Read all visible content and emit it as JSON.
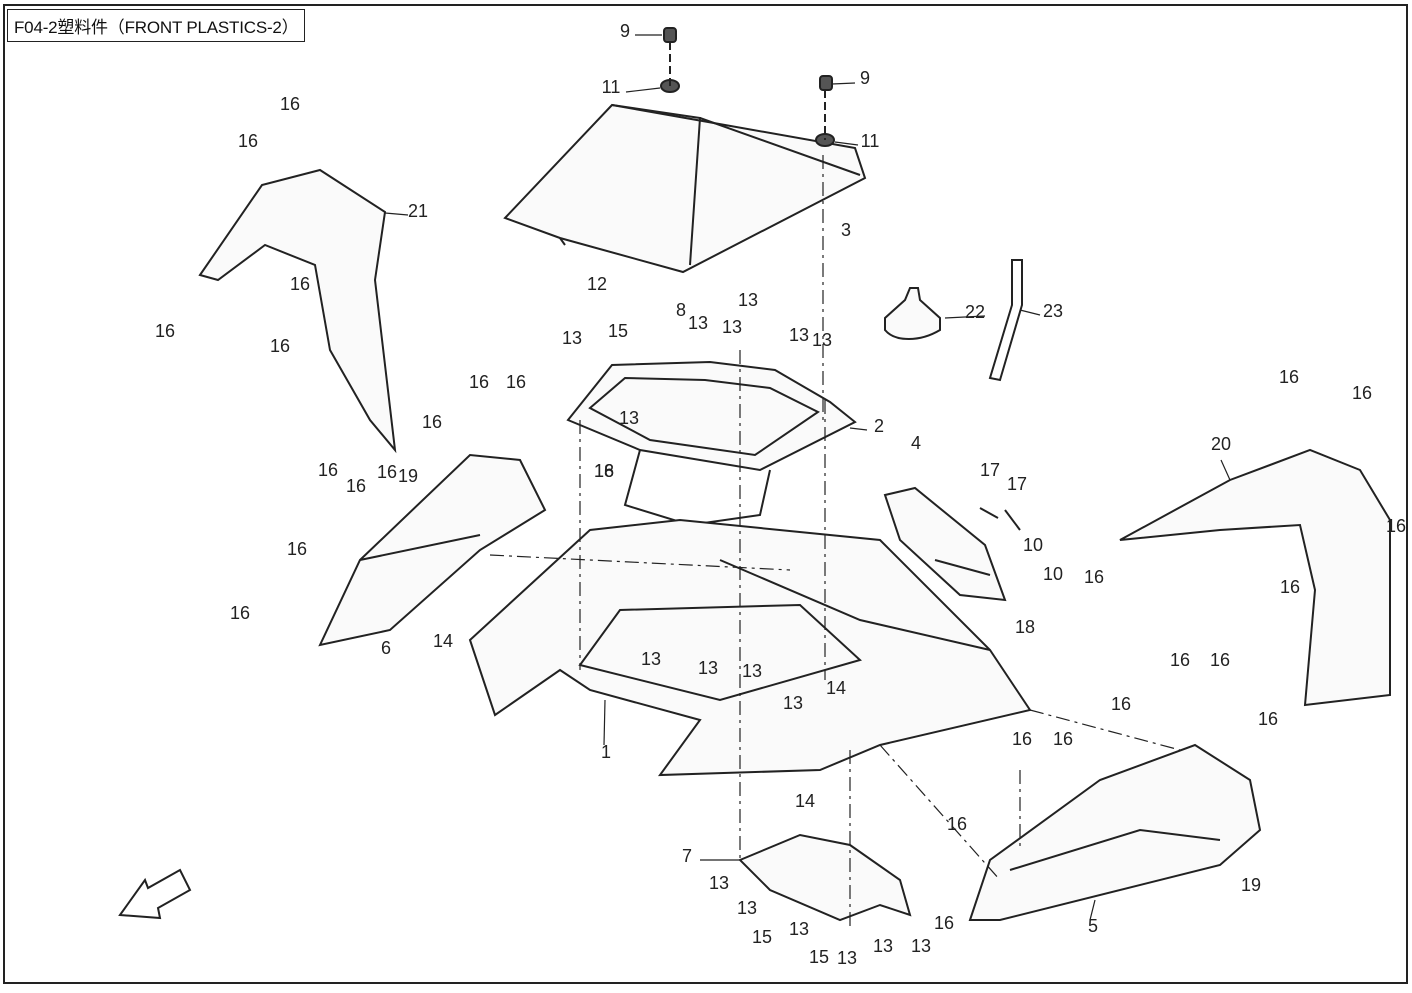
{
  "title": "F04-2塑料件（FRONT PLASTICS-2）",
  "labels": [
    {
      "text": "9"
    },
    {
      "text": "11"
    },
    {
      "text": "9"
    },
    {
      "text": "11"
    },
    {
      "text": "3"
    },
    {
      "text": "16"
    },
    {
      "text": "16"
    },
    {
      "text": "21"
    },
    {
      "text": "16"
    },
    {
      "text": "16"
    },
    {
      "text": "16"
    },
    {
      "text": "16"
    },
    {
      "text": "12"
    },
    {
      "text": "8"
    },
    {
      "text": "15"
    },
    {
      "text": "13"
    },
    {
      "text": "13"
    },
    {
      "text": "13"
    },
    {
      "text": "13"
    },
    {
      "text": "13"
    },
    {
      "text": "13"
    },
    {
      "text": "2"
    },
    {
      "text": "22"
    },
    {
      "text": "23"
    },
    {
      "text": "13"
    },
    {
      "text": "16"
    },
    {
      "text": "16"
    },
    {
      "text": "16"
    },
    {
      "text": "16"
    },
    {
      "text": "16"
    },
    {
      "text": "19"
    },
    {
      "text": "16"
    },
    {
      "text": "16"
    },
    {
      "text": "16"
    },
    {
      "text": "18"
    },
    {
      "text": "6"
    },
    {
      "text": "14"
    },
    {
      "text": "4"
    },
    {
      "text": "17"
    },
    {
      "text": "17"
    },
    {
      "text": "10"
    },
    {
      "text": "10"
    },
    {
      "text": "16"
    },
    {
      "text": "16"
    },
    {
      "text": "20"
    },
    {
      "text": "16"
    },
    {
      "text": "16"
    },
    {
      "text": "16"
    },
    {
      "text": "13"
    },
    {
      "text": "13"
    },
    {
      "text": "13"
    },
    {
      "text": "13"
    },
    {
      "text": "14"
    },
    {
      "text": "18"
    },
    {
      "text": "1"
    },
    {
      "text": "16"
    },
    {
      "text": "16"
    },
    {
      "text": "16"
    },
    {
      "text": "16"
    },
    {
      "text": "16"
    },
    {
      "text": "16"
    },
    {
      "text": "14"
    },
    {
      "text": "7"
    },
    {
      "text": "13"
    },
    {
      "text": "13"
    },
    {
      "text": "15"
    },
    {
      "text": "13"
    },
    {
      "text": "15"
    },
    {
      "text": "13"
    },
    {
      "text": "13"
    },
    {
      "text": "13"
    },
    {
      "text": "16"
    },
    {
      "text": "16"
    },
    {
      "text": "5"
    },
    {
      "text": "19"
    }
  ]
}
